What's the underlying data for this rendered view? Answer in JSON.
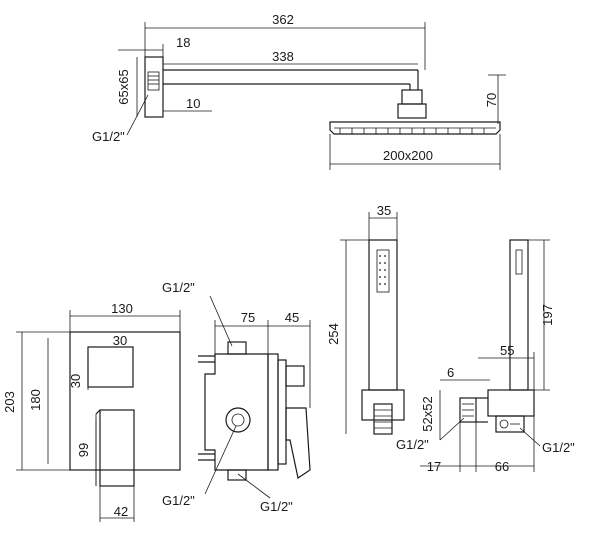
{
  "shower_head": {
    "overall_length": "362",
    "wall_plate_offset": "18",
    "arm_length": "338",
    "plate_size": "65x65",
    "plate_depth": "10",
    "thread": "G1/2\"",
    "drop_height": "70",
    "head_size": "200x200"
  },
  "hand_shower": {
    "head_width": "35",
    "handle_length": "254",
    "holder_height": "197",
    "outlet_size": "52x52",
    "outlet_offset": "6",
    "holder_offset": "55",
    "thread": "G1/2\"",
    "outlet_width": "17",
    "outlet_total": "66"
  },
  "trim_plate": {
    "width": "130",
    "inner_width": "30",
    "height": "203",
    "inner_height": "180",
    "knob_height": "30",
    "lever_height": "99",
    "lever_width": "42"
  },
  "mixer_body": {
    "thread_top": "G1/2\"",
    "depth_a": "75",
    "depth_b": "45",
    "thread_bottom_left": "G1/2\"",
    "thread_bottom_right": "G1/2\""
  }
}
